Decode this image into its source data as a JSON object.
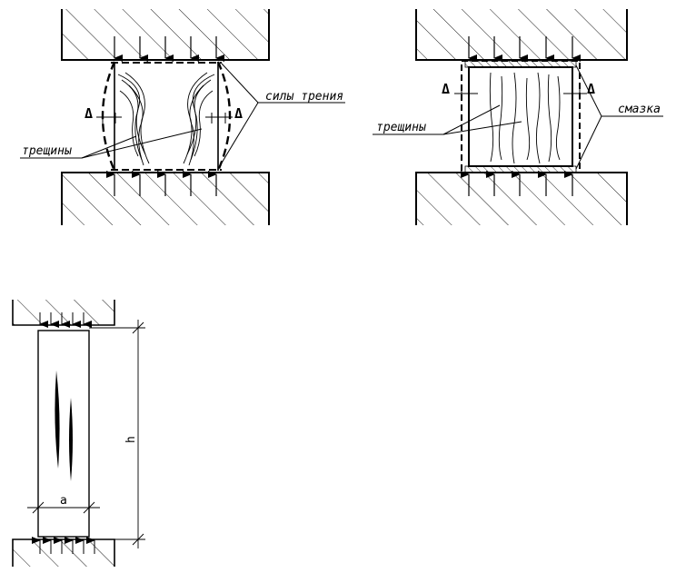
{
  "labels": {
    "friction_forces": "силы трения",
    "cracks_left": "трещины",
    "cracks_right": "трещины",
    "lubricant": "смазка",
    "delta": "Δ",
    "height": "h",
    "width": "a"
  },
  "colors": {
    "stroke": "#000000",
    "background": "#ffffff"
  }
}
